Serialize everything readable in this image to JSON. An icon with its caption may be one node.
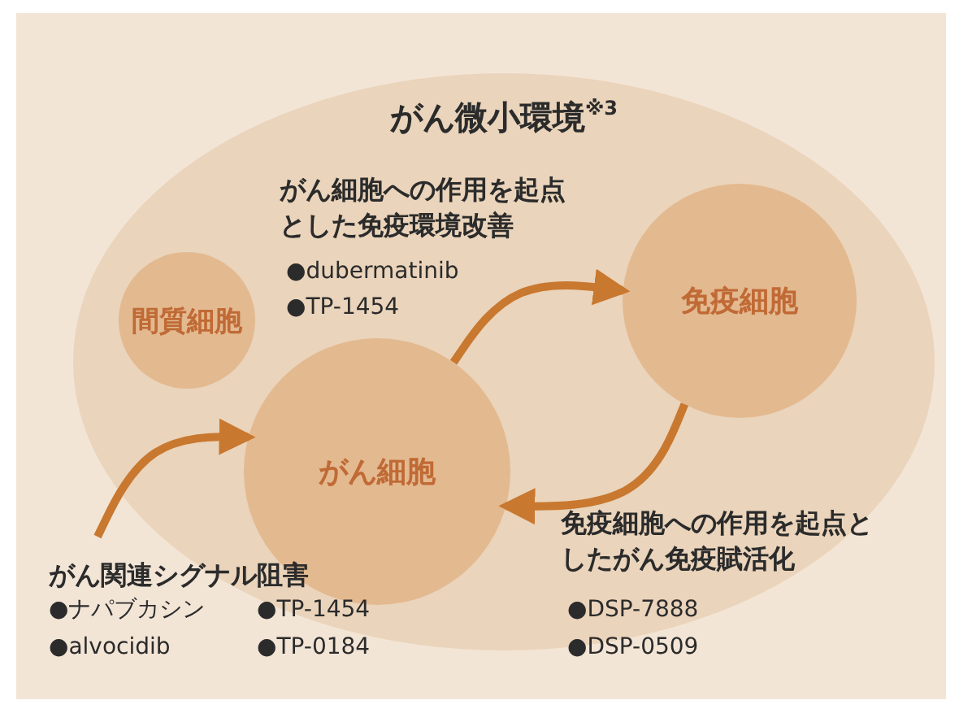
{
  "diagram": {
    "nodes": [
      {
        "text": [
          "がん微小環境$^{※3}$"
        ]
      },
      {
        "text": [
          "間質細胞"
        ],
        "in": 0
      },
      {
        "text": [
          "がん細胞"
        ],
        "in": 0
      },
      {
        "text": [
          "免疫細胞"
        ],
        "in": 0
      }
    ],
    "edges": [
      {
        "from": 2,
        "to": 3,
        "arrow": "to"
      },
      {
        "from": 3,
        "to": 2,
        "arrow": "to"
      },
      {
        "from": null,
        "to": 2,
        "arrow": "to"
      }
    ],
    "labels": [
      "がん細胞への作用を起点とした免疫環境改善",
      "●dubermatinib",
      "●TP-1454",
      "免疫細胞への作用を起点としたがん免疫賦活化",
      "がん関連シグナル阻害",
      "●ナパブカシン",
      "●TP-1454",
      "●alvocidib",
      "●TP-0184",
      "●DSP-7888",
      "●DSP-0509"
    ]
  }
}
